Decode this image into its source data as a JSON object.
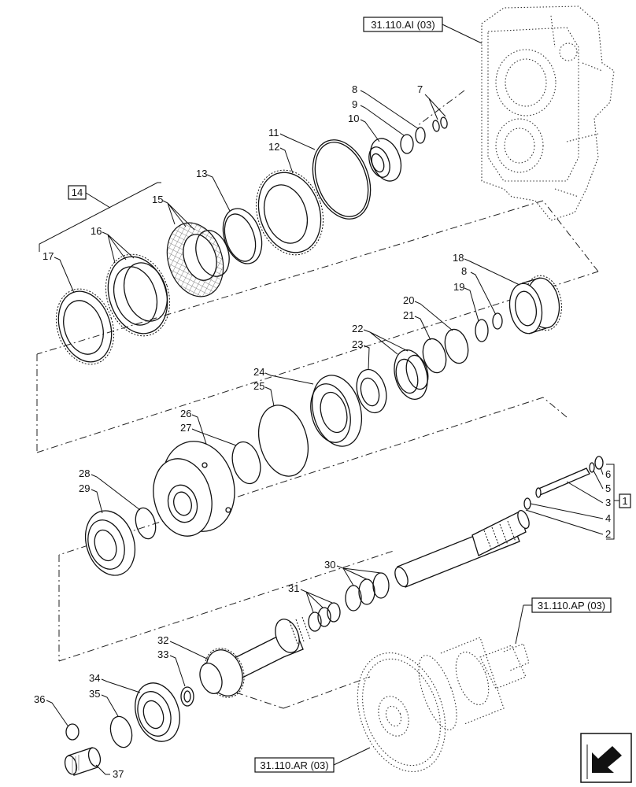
{
  "references": {
    "housing_top": "31.110.AI (03)",
    "shaft_right": "31.110.AP (03)",
    "gear_bottom": "31.110.AR (03)",
    "kit_box": "1",
    "pack_box": "14"
  },
  "callouts": [
    "2",
    "3",
    "4",
    "5",
    "6",
    "7",
    "8",
    "9",
    "10",
    "11",
    "12",
    "13",
    "15",
    "16",
    "17",
    "18",
    "8",
    "19",
    "20",
    "21",
    "22",
    "23",
    "24",
    "25",
    "26",
    "27",
    "28",
    "29",
    "30",
    "31",
    "32",
    "33",
    "34",
    "35",
    "36",
    "37"
  ],
  "icons": {
    "corner": "arrow-icon"
  }
}
